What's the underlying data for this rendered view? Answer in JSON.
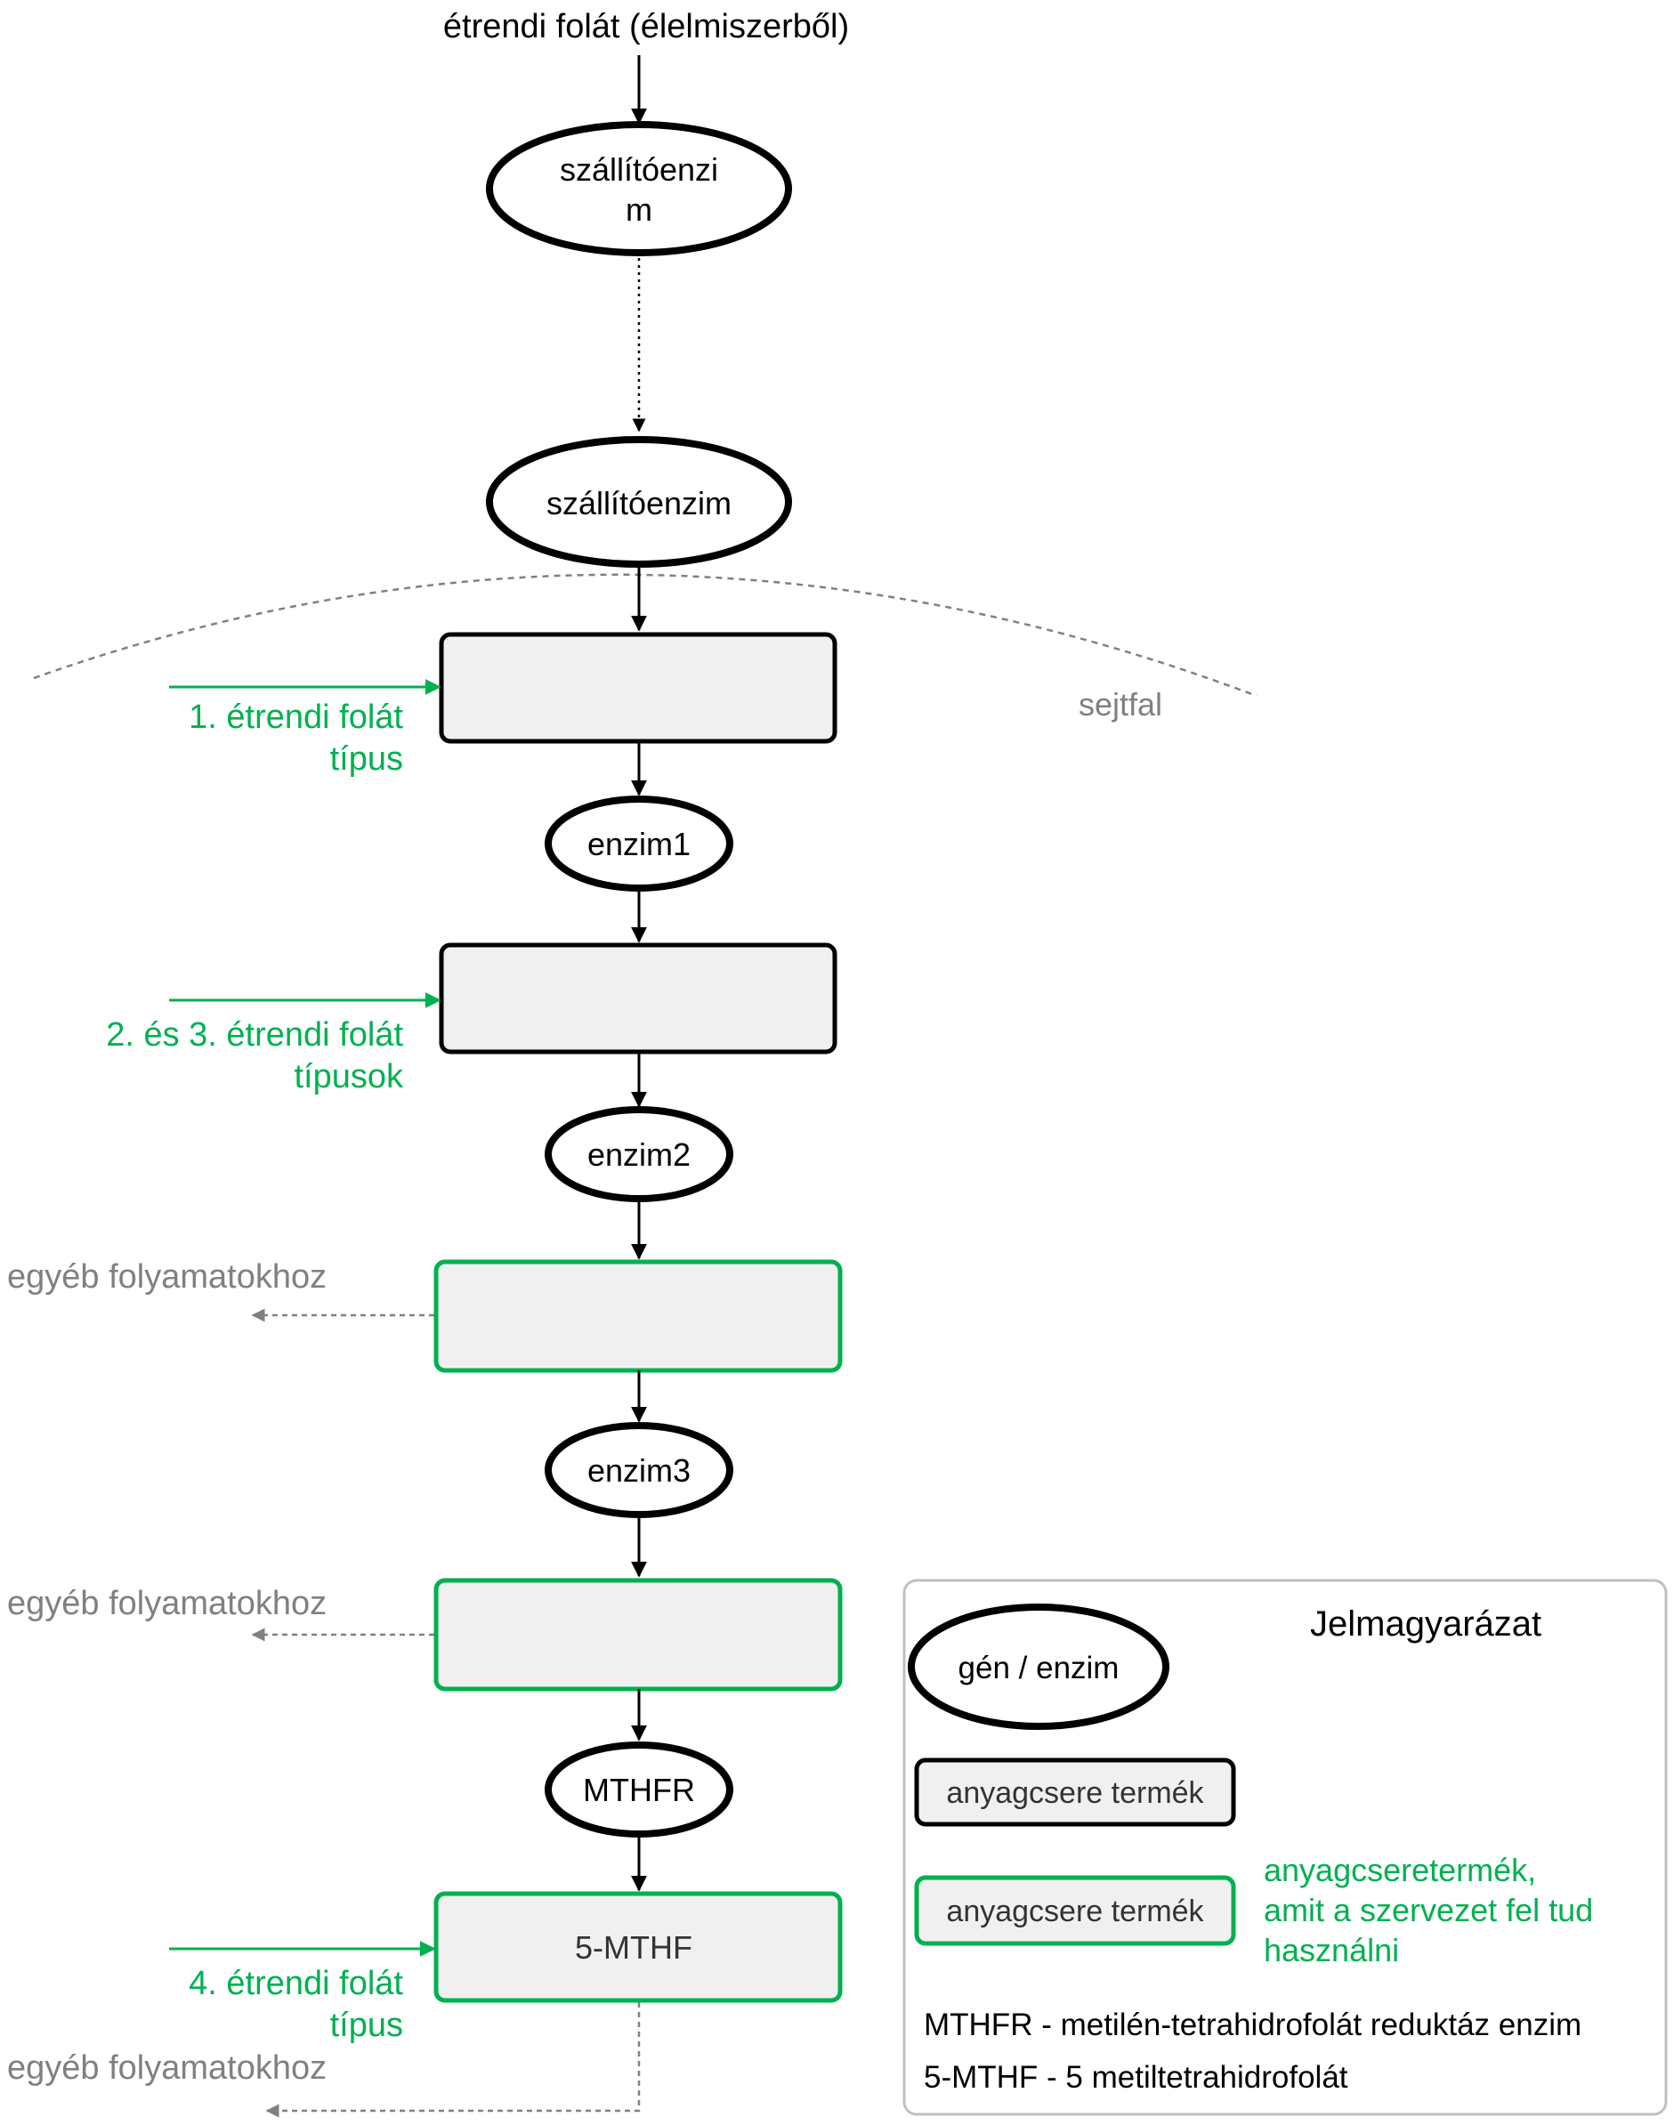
{
  "colors": {
    "line": "#000000",
    "green": "#00b050",
    "gray": "#808080",
    "box_fill": "#f0f0f0",
    "legend_border": "#c0c0c0"
  },
  "source_label": "étrendi folát (élelmiszerből)",
  "nodes": {
    "transporter_top_line1": "szállítóenzi",
    "transporter_top_line2": "m",
    "transporter_mid": "szállítóenzim",
    "enzyme1": "enzim1",
    "enzyme2": "enzim2",
    "enzyme3": "enzim3",
    "mthfr": "MTHFR",
    "final_product": "5-MTHF"
  },
  "cell_wall_label": "sejtfal",
  "inputs": {
    "input1_line1": "1. étrendi folát",
    "input1_line2": "típus",
    "input2_line1": "2. és 3. étrendi folát",
    "input2_line2": "típusok",
    "input4_line1": "4. étrendi folát",
    "input4_line2": "típus"
  },
  "outputs": {
    "other_processes_1": "egyéb folyamatokhoz",
    "other_processes_2": "egyéb folyamatokhoz",
    "other_processes_3": "egyéb folyamatokhoz"
  },
  "legend": {
    "title": "Jelmagyarázat",
    "gene_enzyme": "gén / enzim",
    "metabolite": "anyagcsere termék",
    "usable_metabolite": "anyagcsere termék",
    "usable_desc_line1": "anyagcseretermék,",
    "usable_desc_line2": "amit a szervezet fel tud",
    "usable_desc_line3": "használni",
    "abbr_mthfr": "MTHFR - metilén-tetrahidrofolát reduktáz enzim",
    "abbr_5mthf": "5-MTHF - 5 metiltetrahidrofolát"
  }
}
